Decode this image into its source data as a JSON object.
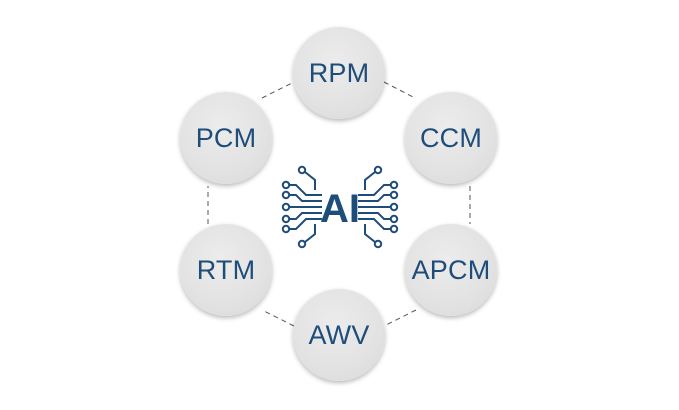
{
  "colors": {
    "accent": "#1f4d7a",
    "node_fill": "#e2e2e2",
    "connector": "#555555"
  },
  "center": {
    "label": "AI",
    "icon": "circuit-icon"
  },
  "nodes": [
    {
      "label": "RPM"
    },
    {
      "label": "CCM"
    },
    {
      "label": "APCM"
    },
    {
      "label": "AWV"
    },
    {
      "label": "RTM"
    },
    {
      "label": "PCM"
    }
  ]
}
